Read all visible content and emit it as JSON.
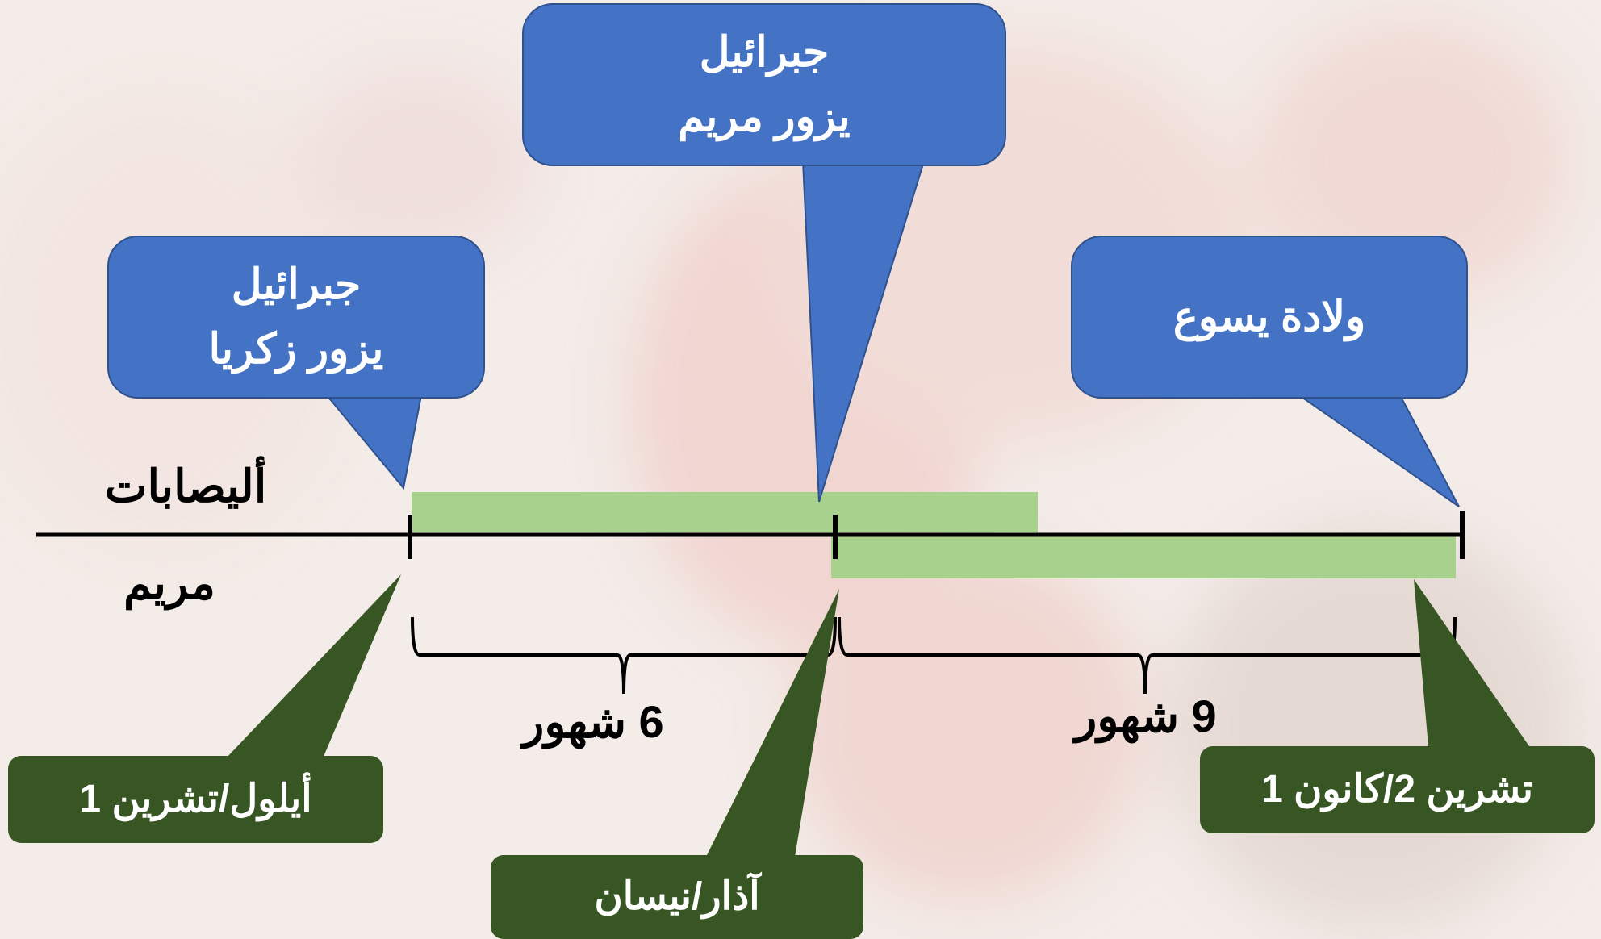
{
  "callouts": {
    "zachariah": {
      "line1": "جبرائيل",
      "line2": "يزور زكريا"
    },
    "mary": {
      "line1": "جبرائيل",
      "line2": "يزور مريم"
    },
    "birth": {
      "line1": "ولادة يسوع"
    }
  },
  "rows": {
    "elizabeth": "أليصابات",
    "mary": "مريم"
  },
  "durations": {
    "first": "6 شهور",
    "second": "9 شهور"
  },
  "months": {
    "sep_oct": "أيلول/تشرين 1",
    "mar_apr": "آذار/نيسان",
    "nov_dec": "تشرين 2/كانون 1"
  },
  "colors": {
    "callout_blue": "#4472c4",
    "callout_green": "#375623",
    "pregnancy_bar": "#a9d18e",
    "timeline": "#000000"
  }
}
